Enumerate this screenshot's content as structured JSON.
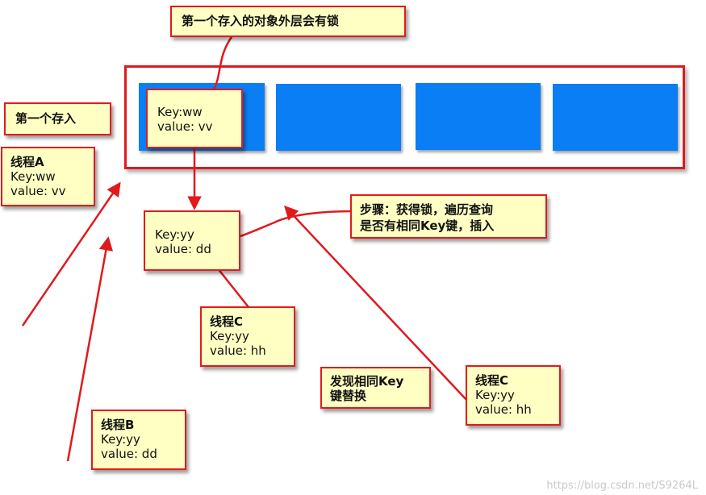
{
  "callouts": {
    "top_note": "第一个存入的对象外层会有锁",
    "first_store": "第一个存入",
    "steps": [
      "步骤：获得锁，遍历查询",
      "是否有相同Key键，插入"
    ],
    "found_same": [
      "发现相同Key",
      "键替换"
    ]
  },
  "entries": {
    "head": [
      "Key:ww",
      "value: vv"
    ],
    "chained": [
      "Key:yy",
      "value: dd"
    ]
  },
  "threads": {
    "a": [
      "线程A",
      "Key:ww",
      "value: vv"
    ],
    "b": [
      "线程B",
      "Key:yy",
      "value: dd"
    ],
    "c_left": [
      "线程C",
      "Key:yy",
      "value: hh"
    ],
    "c_right": [
      "线程C",
      "Key:yy",
      "value: hh"
    ]
  },
  "watermark": "https://blog.csdn.net/S9264L",
  "colors": {
    "arrow": "#e0191d",
    "slot": "#0a7ef4",
    "note_bg": "#ffffc4"
  }
}
